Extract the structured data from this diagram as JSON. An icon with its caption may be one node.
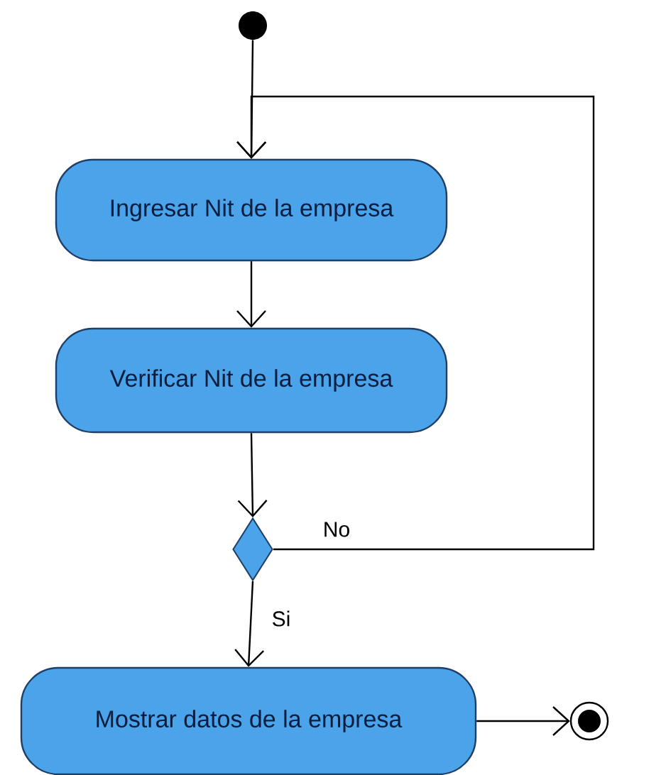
{
  "diagram": {
    "nodes": [
      {
        "text": [],
        "shape": "circle"
      },
      {
        "text": [
          "Ingresar Nit de la empresa"
        ]
      },
      {
        "text": [
          "Verificar Nit de la empresa"
        ]
      },
      {
        "text": [],
        "shape": "diamond"
      },
      {
        "text": [
          "Mostrar datos de la empresa"
        ]
      },
      {
        "text": [],
        "shape": "circle"
      }
    ],
    "edges": [
      {
        "from": 0,
        "to": 1,
        "arrow": "to"
      },
      {
        "from": 1,
        "to": 2,
        "arrow": "to"
      },
      {
        "from": 2,
        "to": 3,
        "arrow": "to"
      },
      {
        "from": 3,
        "to": 1,
        "arrow": "to",
        "label": "No"
      },
      {
        "from": 3,
        "to": 4,
        "arrow": "to",
        "label": "Si"
      },
      {
        "from": 4,
        "to": 5,
        "arrow": "to"
      }
    ]
  }
}
